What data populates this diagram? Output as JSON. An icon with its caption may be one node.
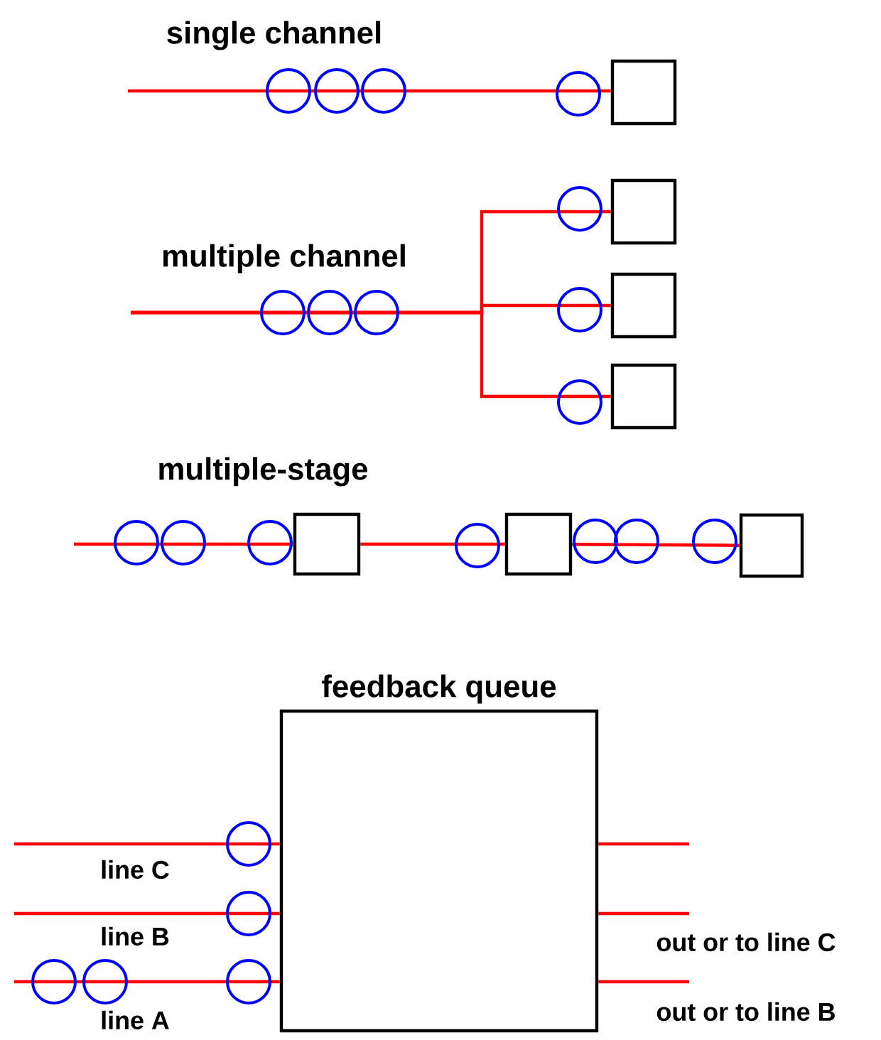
{
  "diagram": {
    "nodes": [
      {
        "text": [],
        "shape": "box"
      },
      {
        "text": [],
        "shape": "box"
      },
      {
        "text": [],
        "shape": "box"
      },
      {
        "text": [],
        "shape": "box"
      },
      {
        "text": [],
        "shape": "box"
      },
      {
        "text": [],
        "shape": "box"
      },
      {
        "text": [],
        "shape": "box"
      },
      {
        "text": [
          "feedback queue"
        ]
      }
    ],
    "edges": [
      {
        "from": null,
        "to": 0,
        "arrow": "none"
      },
      {
        "from": null,
        "to": 1,
        "arrow": "none"
      },
      {
        "from": null,
        "to": 2,
        "arrow": "none"
      },
      {
        "from": null,
        "to": 3,
        "arrow": "none"
      },
      {
        "from": null,
        "to": 4,
        "arrow": "none"
      },
      {
        "from": 4,
        "to": 5,
        "arrow": "none"
      },
      {
        "from": 5,
        "to": 6,
        "arrow": "none"
      },
      {
        "from": null,
        "to": 7,
        "arrow": "none"
      },
      {
        "from": null,
        "to": 7,
        "arrow": "none"
      },
      {
        "from": null,
        "to": 7,
        "arrow": "none"
      },
      {
        "from": 7,
        "to": null,
        "arrow": "none"
      },
      {
        "from": 7,
        "to": null,
        "arrow": "none"
      },
      {
        "from": 7,
        "to": null,
        "arrow": "none"
      }
    ],
    "labels": [
      "single channel",
      "multiple channel",
      "multiple-stage",
      "line C",
      "line B",
      "line A",
      "out or to line C",
      "out or to line B"
    ]
  }
}
